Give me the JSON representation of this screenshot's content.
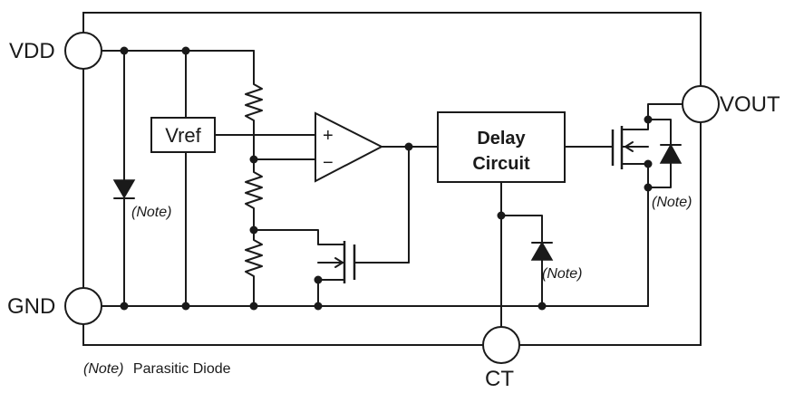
{
  "pins": {
    "vdd": "VDD",
    "gnd": "GND",
    "vout": "VOUT",
    "ct": "CT"
  },
  "blocks": {
    "vref": "Vref",
    "delay_line1": "Delay",
    "delay_line2": "Circuit"
  },
  "comparator": {
    "plus": "+",
    "minus": "−"
  },
  "notes": {
    "note_tag": "(Note)",
    "diode_note_left": "(Note)",
    "diode_note_ct": "(Note)",
    "diode_note_vout": "(Note)",
    "legend_suffix": "Parasitic Diode"
  }
}
